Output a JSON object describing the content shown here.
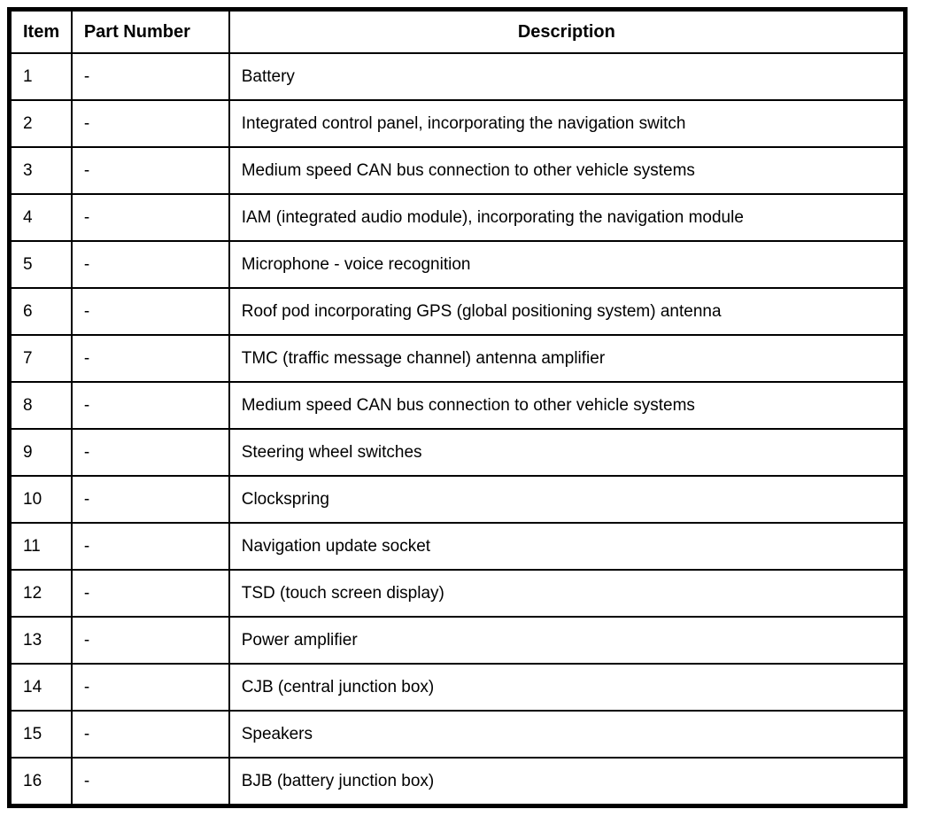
{
  "table": {
    "headers": [
      "Item",
      "Part Number",
      "Description"
    ],
    "rows": [
      {
        "item": "1",
        "part_number": "-",
        "description": "Battery"
      },
      {
        "item": "2",
        "part_number": "-",
        "description": "Integrated control panel, incorporating the navigation switch"
      },
      {
        "item": "3",
        "part_number": "-",
        "description": "Medium speed CAN bus connection to other vehicle systems"
      },
      {
        "item": "4",
        "part_number": "-",
        "description": "IAM (integrated audio module), incorporating the navigation module"
      },
      {
        "item": "5",
        "part_number": "-",
        "description": "Microphone - voice recognition"
      },
      {
        "item": "6",
        "part_number": "-",
        "description": "Roof pod incorporating GPS (global positioning system) antenna"
      },
      {
        "item": "7",
        "part_number": "-",
        "description": "TMC (traffic message channel) antenna amplifier"
      },
      {
        "item": "8",
        "part_number": "-",
        "description": "Medium speed CAN bus connection to other vehicle systems"
      },
      {
        "item": "9",
        "part_number": "-",
        "description": "Steering wheel switches"
      },
      {
        "item": "10",
        "part_number": "-",
        "description": "Clockspring"
      },
      {
        "item": "11",
        "part_number": "-",
        "description": "Navigation update socket"
      },
      {
        "item": "12",
        "part_number": "-",
        "description": "TSD (touch screen display)"
      },
      {
        "item": "13",
        "part_number": "-",
        "description": "Power amplifier"
      },
      {
        "item": "14",
        "part_number": "-",
        "description": "CJB (central junction box)"
      },
      {
        "item": "15",
        "part_number": "-",
        "description": "Speakers"
      },
      {
        "item": "16",
        "part_number": "-",
        "description": "BJB (battery junction box)"
      }
    ],
    "colors": {
      "border": "#000000",
      "background": "#ffffff",
      "text": "#000000"
    }
  }
}
